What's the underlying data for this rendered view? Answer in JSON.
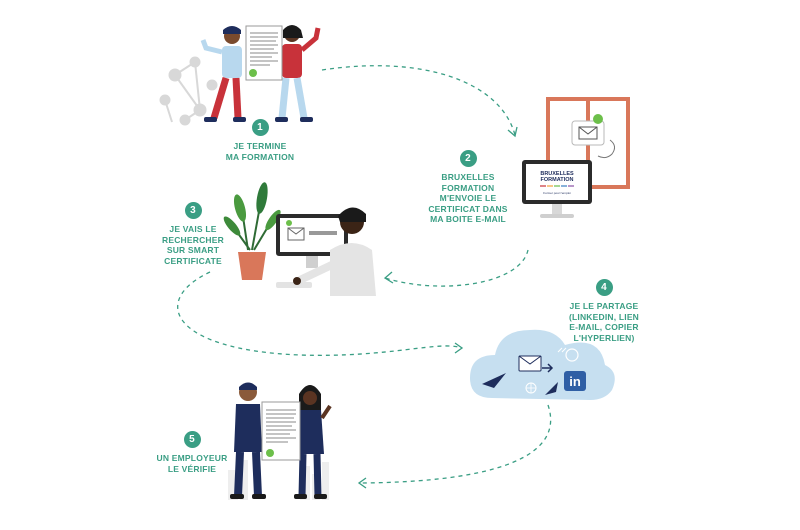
{
  "steps": [
    {
      "number": "1",
      "text": "JE TERMINE\nMA FORMATION"
    },
    {
      "number": "2",
      "text": "BRUXELLES\nFORMATION\nM'ENVOIE LE\nCERTIFICAT DANS\nMA BOITE E-MAIL"
    },
    {
      "number": "3",
      "text": "JE VAIS LE\nRECHERCHER\nSUR SMART\nCERTIFICATE"
    },
    {
      "number": "4",
      "text": "JE LE PARTAGE\n(LINKEDIN, LIEN\nE-MAIL, COPIER\nL'HYPERLIEN)"
    },
    {
      "number": "5",
      "text": "UN EMPLOYEUR\nLE VÉRIFIE"
    }
  ],
  "brand_logo": {
    "line1": "BRUXELLES",
    "line2": "FORMATION",
    "tagline": "Former pour l'emploi"
  },
  "icons": {
    "linkedin": "in"
  },
  "colors": {
    "accent": "#3a9e84",
    "navy": "#1e2d5c",
    "red": "#c8323a",
    "frame": "#d9775a",
    "cloud": "#c6dff0"
  }
}
